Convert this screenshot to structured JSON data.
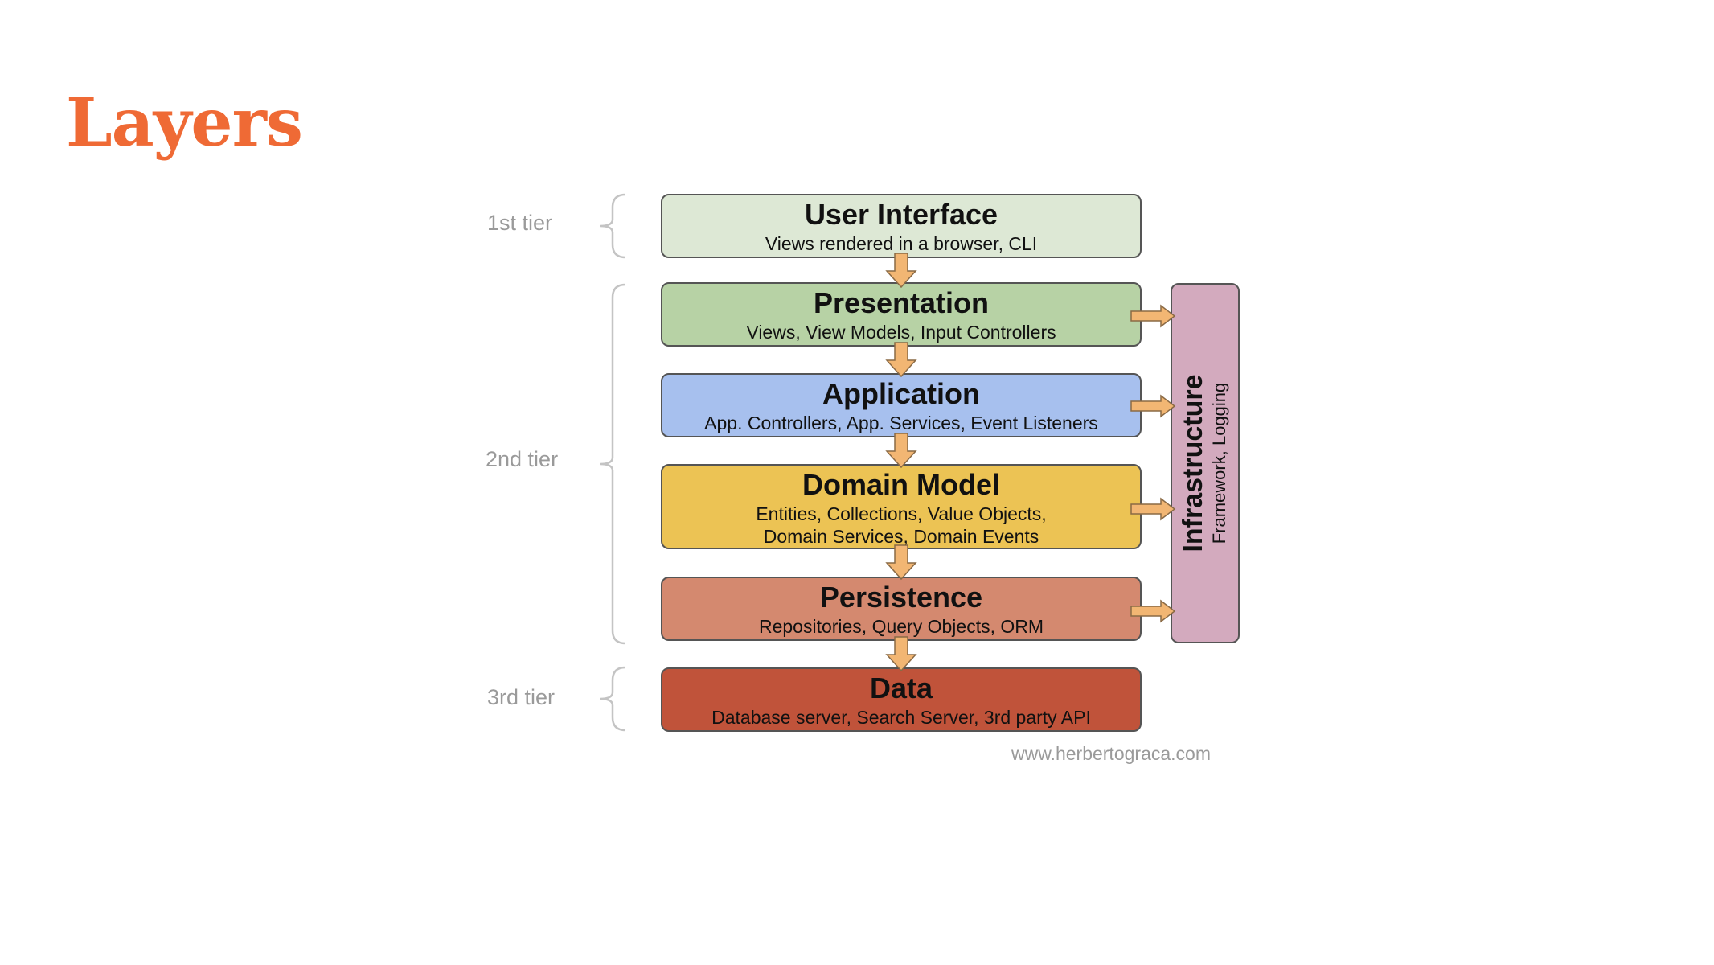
{
  "title": "Layers",
  "tiers": [
    {
      "id": "tier1",
      "label": "1st tier"
    },
    {
      "id": "tier2",
      "label": "2nd tier"
    },
    {
      "id": "tier3",
      "label": "3rd tier"
    }
  ],
  "layers": [
    {
      "title": "User Interface",
      "description": [
        "Views rendered in a browser, CLI"
      ],
      "color": "#dde8d5"
    },
    {
      "title": "Presentation",
      "description": [
        "Views, View Models, Input Controllers"
      ],
      "color": "#b7d2a5"
    },
    {
      "title": "Application",
      "description": [
        "App. Controllers, App. Services, Event Listeners"
      ],
      "color": "#a7c0ee"
    },
    {
      "title": "Domain Model",
      "description": [
        "Entities, Collections, Value Objects,",
        "Domain Services, Domain Events"
      ],
      "color": "#ecc354"
    },
    {
      "title": "Persistence",
      "description": [
        "Repositories, Query Objects, ORM"
      ],
      "color": "#d4896f"
    },
    {
      "title": "Data",
      "description": [
        "Database server, Search Server, 3rd party API"
      ],
      "color": "#c0533a"
    }
  ],
  "infrastructure": {
    "title": "Infrastructure",
    "description": "Framework, Logging",
    "color": "#d3aabe"
  },
  "arrow_color": "#f2b673",
  "credit": "www.herbertograca.com"
}
